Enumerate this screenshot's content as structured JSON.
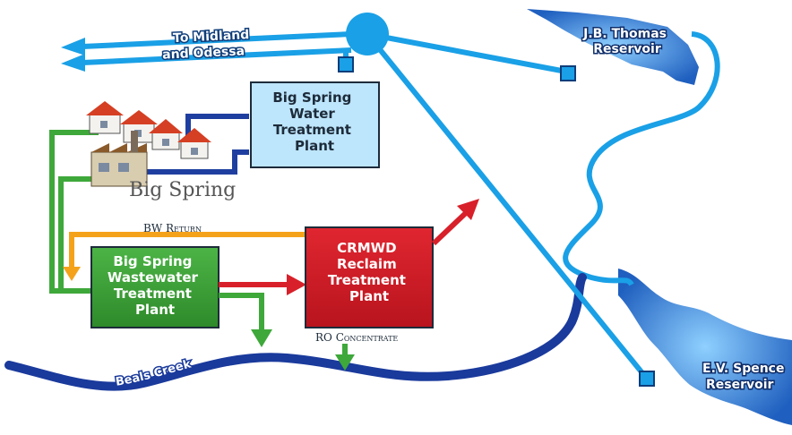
{
  "colors": {
    "pipe": "#1aa0e6",
    "pipe_dark": "#1f66c4",
    "creek": "#1a3a9c",
    "green": "#3ea83a",
    "orange": "#f5a21b",
    "red": "#d8202a",
    "water_box": "#bde5fb",
    "waste_box": "#3fa63a",
    "reclaim_box": "#d8202a",
    "reservoir": "#2f7fd6"
  },
  "labels": {
    "midland": [
      "To Midland",
      "and Odessa"
    ],
    "jb_thomas": [
      "J.B. Thomas",
      "Reservoir"
    ],
    "ev_spence": [
      "E.V. Spence",
      "Reservoir"
    ],
    "water_plant": [
      "Big Spring",
      "Water",
      "Treatment",
      "Plant"
    ],
    "town": "Big Spring",
    "bw_return": "BW Return",
    "wastewater_plant": [
      "Big Spring",
      "Wastewater",
      "Treatment",
      "Plant"
    ],
    "reclaim_plant": [
      "CRMWD",
      "Reclaim",
      "Treatment",
      "Plant"
    ],
    "ro_concentrate": "RO Concentrate",
    "creek": "Beals Creek"
  },
  "icons": [
    "houses-icon",
    "factory-icon",
    "reservoir-icon",
    "junction-icon"
  ]
}
